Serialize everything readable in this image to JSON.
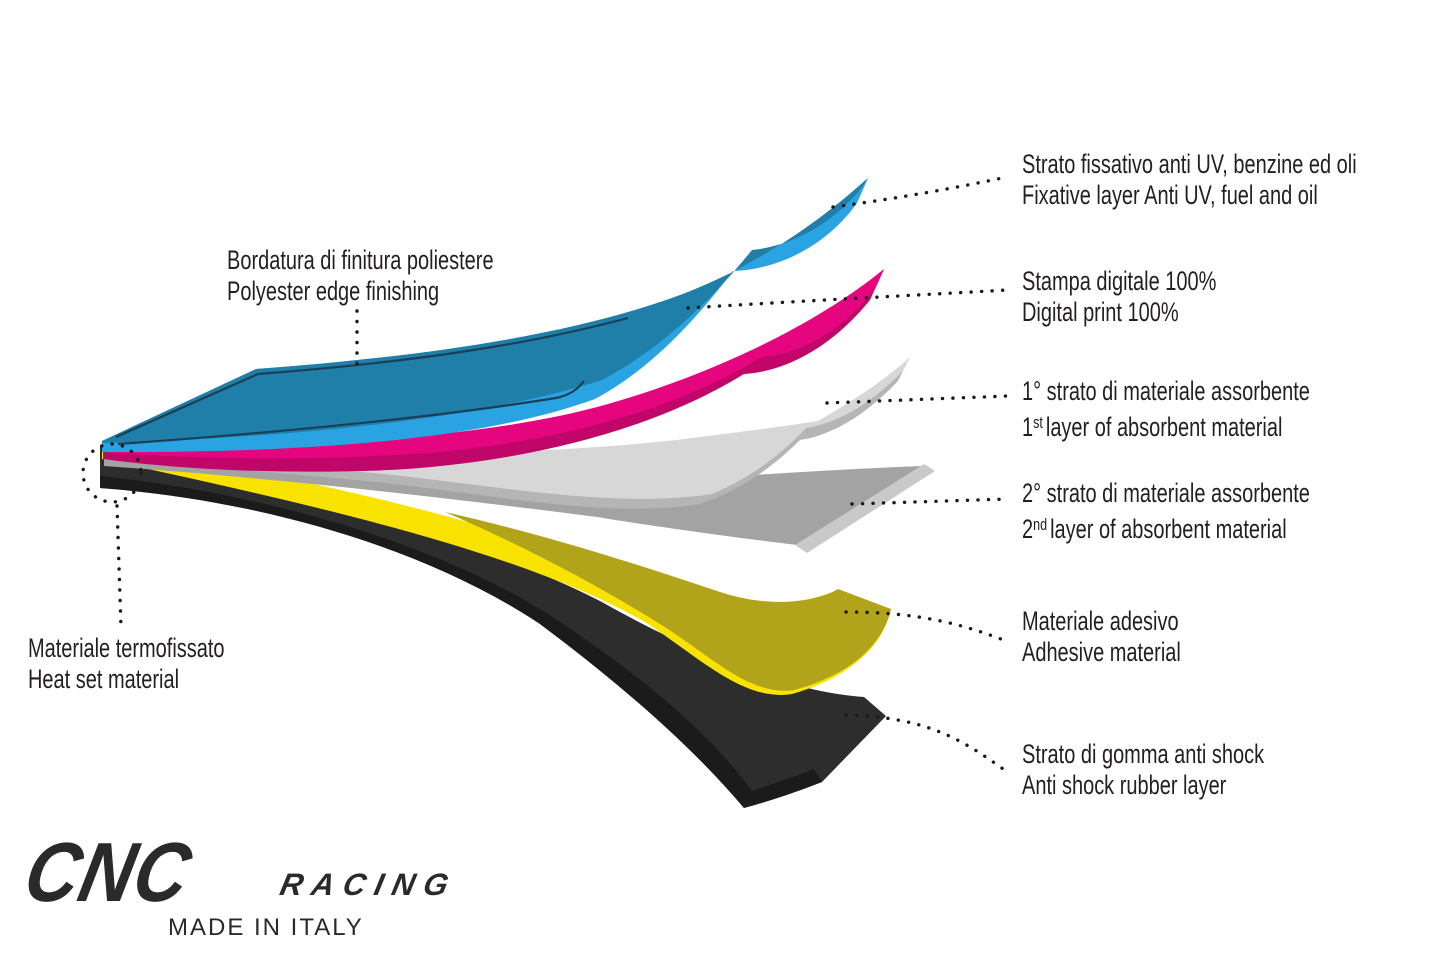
{
  "colors": {
    "background": "#ffffff",
    "text": "#231f20",
    "dots": "#1a1a1a",
    "stitch": "#1b3f55",
    "blue_top": "#1f7fa8",
    "blue_edge": "#29a3e2",
    "magenta_top": "#e5057f",
    "magenta_edge": "#c00668",
    "gray1_top": "#d7d7d7",
    "gray1_edge": "#b5b5b5",
    "gray2_top": "#a3a3a3",
    "gray2_edge": "#c9c9c9",
    "adhesive_top": "#b1a31a",
    "adhesive_edge": "#f8e300",
    "rubber_top": "#2d2d2d",
    "rubber_edge": "#1b1b1b",
    "logo": "#2a2a2a"
  },
  "callouts": {
    "fixative": {
      "it": "Strato fissativo anti UV, benzine ed oli",
      "en": "Fixative layer Anti UV, fuel and oil"
    },
    "digital_print": {
      "it": "Stampa digitale 100%",
      "en": "Digital print 100%"
    },
    "absorbent1": {
      "it": "1° strato di materiale assorbente",
      "en_num": "1",
      "en_sup": "st",
      "en_rest": "layer of absorbent material"
    },
    "absorbent2": {
      "it": "2° strato di materiale assorbente",
      "en_num": "2",
      "en_sup": "nd",
      "en_rest": "layer of absorbent material"
    },
    "adhesive": {
      "it": "Materiale adesivo",
      "en": "Adhesive material"
    },
    "rubber": {
      "it": "Strato di gomma anti shock",
      "en": "Anti shock rubber layer"
    },
    "edge_finishing": {
      "it": "Bordatura di finitura poliestere",
      "en": "Polyester edge finishing"
    },
    "heat_set": {
      "it": "Materiale termofissato",
      "en": "Heat set material"
    }
  },
  "logo": {
    "brand": "CNC",
    "sub": "RACING",
    "tagline": "MADE IN ITALY"
  }
}
